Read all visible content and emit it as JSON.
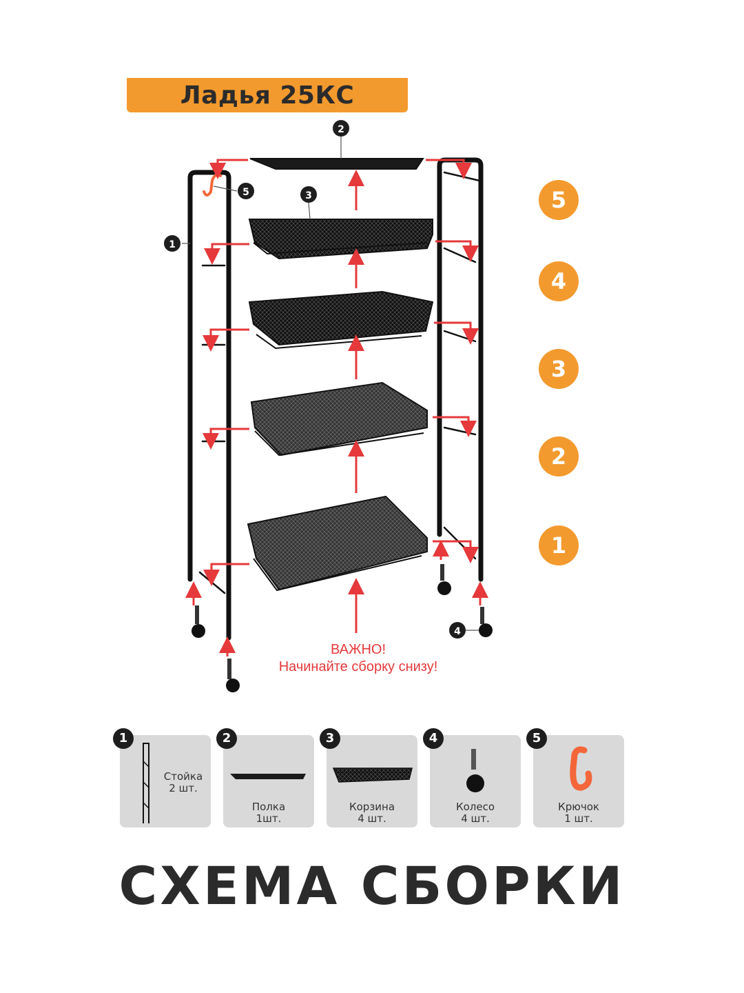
{
  "title": "Ладья 25КС",
  "callouts": {
    "c1": "1",
    "c2": "2",
    "c3": "3",
    "c4": "4",
    "c5": "5"
  },
  "steps": [
    "5",
    "4",
    "3",
    "2",
    "1"
  ],
  "warning": {
    "line1": "ВАЖНО!",
    "line2": "Начинайте сборку снизу!"
  },
  "parts": [
    {
      "number": "1",
      "name": "Стойка",
      "qty": "2 шт.",
      "icon": "rack-post-icon"
    },
    {
      "number": "2",
      "name": "Полка",
      "qty": "1шт.",
      "icon": "shelf-icon"
    },
    {
      "number": "3",
      "name": "Корзина",
      "qty": "4 шт.",
      "icon": "basket-icon"
    },
    {
      "number": "4",
      "name": "Колесо",
      "qty": "4 шт.",
      "icon": "wheel-icon"
    },
    {
      "number": "5",
      "name": "Крючок",
      "qty": "1 шт.",
      "icon": "hook-icon"
    }
  ],
  "footer_title": "СХЕМА СБОРКИ",
  "colors": {
    "accent": "#f39a2e",
    "arrow": "#e5393b",
    "card": "#d9d9d9",
    "text": "#2b2b2b"
  }
}
